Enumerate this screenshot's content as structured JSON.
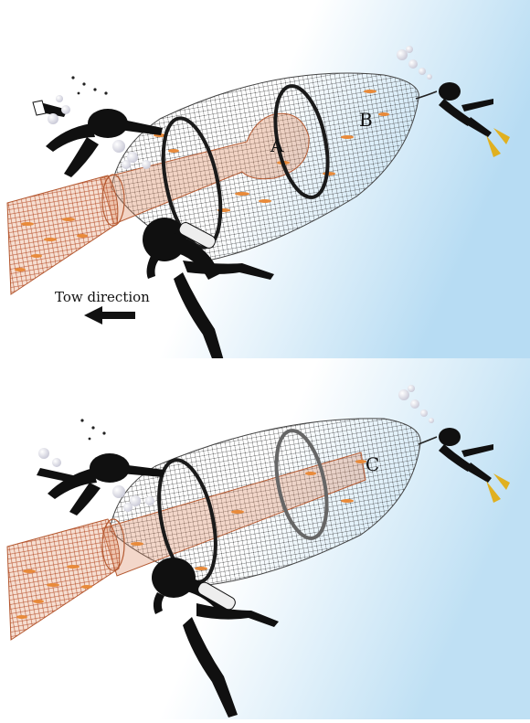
{
  "labels": {
    "a": "A",
    "b": "B",
    "c": "C",
    "tow_direction": "Tow direction"
  },
  "colors": {
    "water_deep": "#a9d3ef",
    "water_light": "#ffffff",
    "mesh": "#3a3a3a",
    "codend_net": "#c8643c",
    "fish": "#e88a3a",
    "ring": "#1a1a1a",
    "diver": "#101010",
    "fin": "#e0b020"
  },
  "icons": {
    "arrow": "tow-direction-arrow-icon",
    "diver": "diver-silhouette-icon",
    "bubbles": "air-bubbles-icon"
  }
}
